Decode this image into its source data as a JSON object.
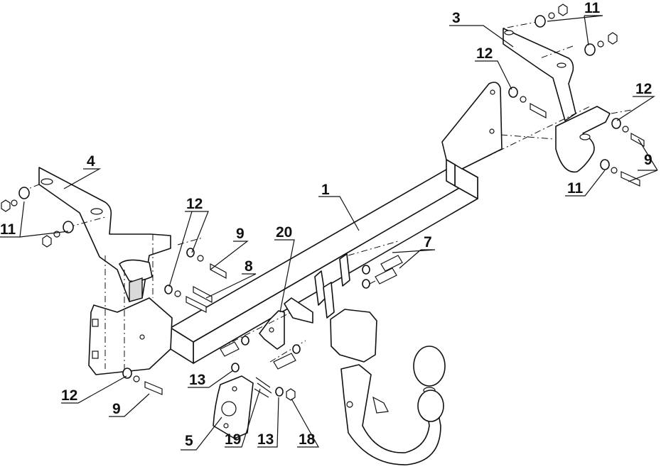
{
  "callouts": {
    "c1": "1",
    "c3": "3",
    "c4": "4",
    "c5": "5",
    "c7": "7",
    "c8": "8",
    "c9_left": "9",
    "c9_mid": "9",
    "c9_right": "9",
    "c11_left": "11",
    "c11_top": "11",
    "c11_right": "11",
    "c12_mid": "12",
    "c12_top": "12",
    "c12_right": "12",
    "c12_bottom": "12",
    "c13_left": "13",
    "c13_right": "13",
    "c18": "18",
    "c19": "19",
    "c20": "20"
  },
  "colors": {
    "line": "#111111",
    "background": "#ffffff"
  }
}
